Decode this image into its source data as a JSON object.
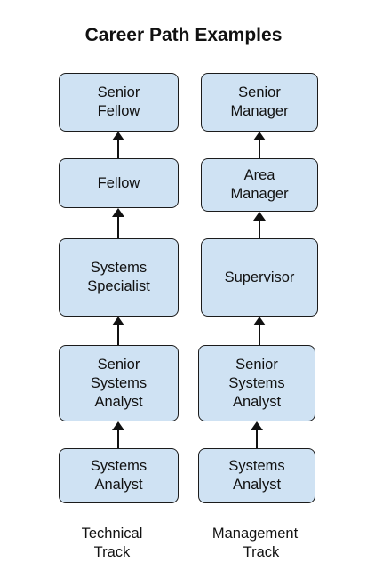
{
  "title": "Career Path Examples",
  "technical_track": {
    "label_line1": "Technical",
    "label_line2": "Track",
    "boxes": [
      {
        "line1": "Senior",
        "line2": "Fellow"
      },
      {
        "line1": "Fellow"
      },
      {
        "line1": "Systems",
        "line2": "Specialist"
      },
      {
        "line1": "Senior",
        "line2": "Systems",
        "line3": "Analyst"
      },
      {
        "line1": "Systems",
        "line2": "Analyst"
      }
    ]
  },
  "management_track": {
    "label_line1": "Management",
    "label_line2": "Track",
    "boxes": [
      {
        "line1": "Senior",
        "line2": "Manager"
      },
      {
        "line1": "Area",
        "line2": "Manager"
      },
      {
        "line1": "Supervisor"
      },
      {
        "line1": "Senior",
        "line2": "Systems",
        "line3": "Analyst"
      },
      {
        "line1": "Systems",
        "line2": "Analyst"
      }
    ]
  },
  "colors": {
    "box_fill": "#cfe2f3",
    "box_border": "#1b1b1b",
    "arrow": "#111111"
  }
}
